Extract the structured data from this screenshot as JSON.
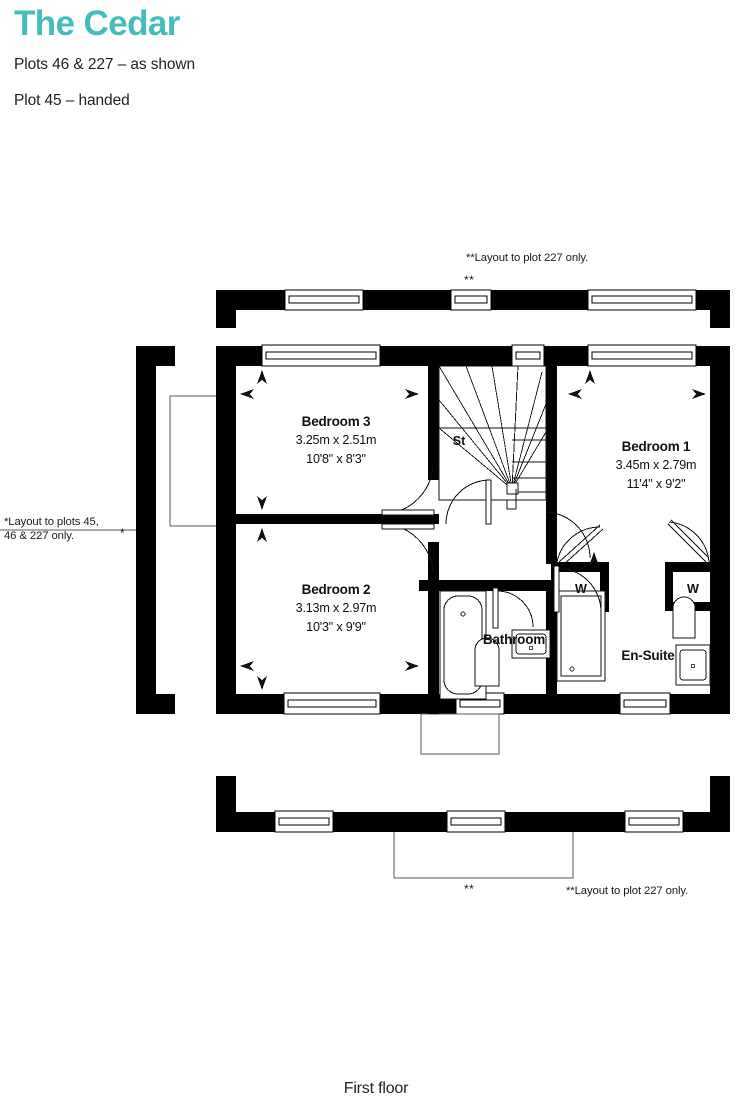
{
  "header": {
    "title": "The Cedar",
    "subtitle_1": "Plots 46 & 227 – as shown",
    "subtitle_2": "Plot 45 – handed",
    "title_color": "#45bcbc"
  },
  "footer": {
    "floor_label": "First floor"
  },
  "notes": {
    "left": "*Layout to plots 45,\n46 & 227 only.",
    "left_marker": "*",
    "top": "**Layout to plot 227 only.",
    "top_marker": "**",
    "bottom": "**Layout to plot 227 only.",
    "bottom_marker": "**"
  },
  "rooms": [
    {
      "id": "bedroom-3",
      "name": "Bedroom 3",
      "dim_metric": "3.25m x 2.51m",
      "dim_imperial": "10'8\" x 8'3\""
    },
    {
      "id": "bedroom-1",
      "name": "Bedroom 1",
      "dim_metric": "3.45m x 2.79m",
      "dim_imperial": "11'4\" x 9'2\""
    },
    {
      "id": "bedroom-2",
      "name": "Bedroom 2",
      "dim_metric": "3.13m x 2.97m",
      "dim_imperial": "10'3\" x 9'9\""
    },
    {
      "id": "bathroom",
      "name": "Bathroom",
      "dim_metric": "",
      "dim_imperial": ""
    },
    {
      "id": "en-suite",
      "name": "En-Suite",
      "dim_metric": "",
      "dim_imperial": ""
    }
  ],
  "small_labels": {
    "storage": "St",
    "wardrobe_left": "W",
    "wardrobe_right": "W"
  },
  "colors": {
    "wall": "#000000",
    "line": "#58585a",
    "text": "#1a1a1a",
    "background": "#ffffff"
  }
}
